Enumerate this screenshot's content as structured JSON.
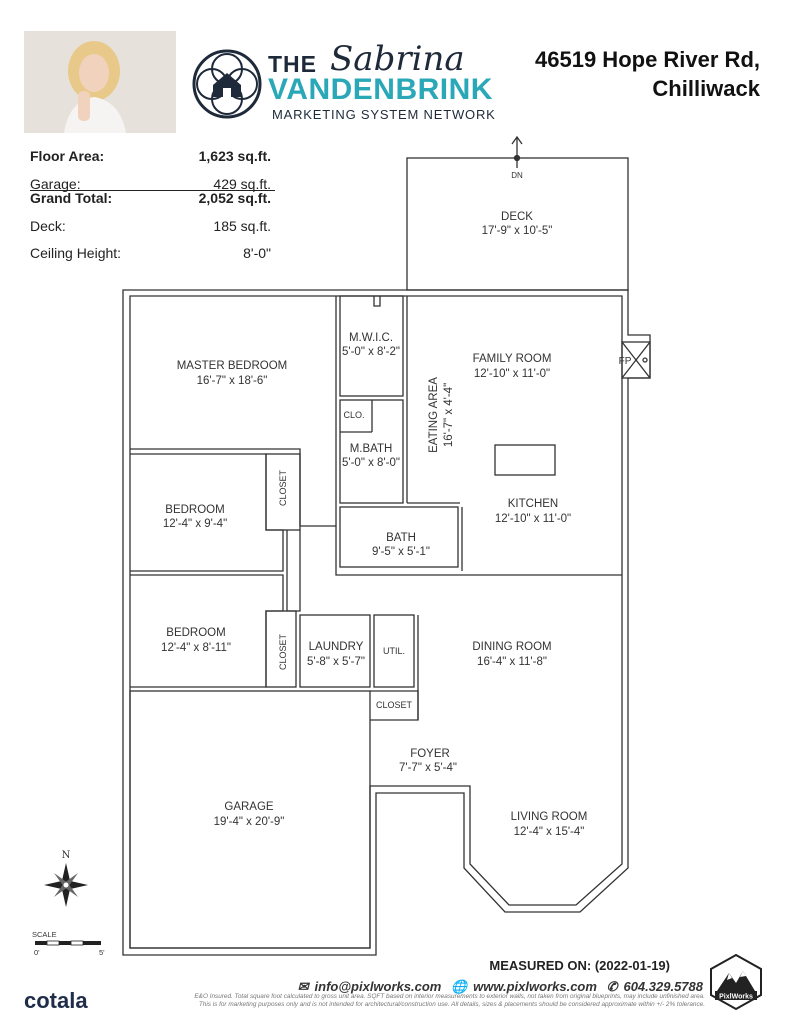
{
  "header": {
    "address_line1": "46519 Hope River Rd,",
    "address_line2": "Chilliwack"
  },
  "logo": {
    "the": "THE",
    "script": "Sabrina",
    "surname": "VANDENBRINK",
    "tagline": "MARKETING SYSTEM NETWORK"
  },
  "stats": {
    "floor_area_label": "Floor Area:",
    "floor_area_value": "1,623 sq.ft.",
    "garage_label": "Garage:",
    "garage_value": "429 sq.ft.",
    "grand_total_label": "Grand Total:",
    "grand_total_value": "2,052 sq.ft.",
    "deck_label": "Deck:",
    "deck_value": "185 sq.ft.",
    "ceiling_label": "Ceiling Height:",
    "ceiling_value": "8'-0\""
  },
  "rooms": {
    "deck": {
      "name": "DECK",
      "dim": "17'-9\" x 10'-5\""
    },
    "dn": "DN",
    "master_bedroom": {
      "name": "MASTER BEDROOM",
      "dim": "16'-7\" x 18'-6\""
    },
    "mwic": {
      "name": "M.W.I.C.",
      "dim": "5'-0\" x 8'-2\""
    },
    "clo": "CLO.",
    "mbath": {
      "name": "M.BATH",
      "dim": "5'-0\" x 8'-0\""
    },
    "family_room": {
      "name": "FAMILY ROOM",
      "dim": "12'-10\" x 11'-0\""
    },
    "fp": "FP",
    "eating_area": {
      "name": "EATING AREA",
      "dim": "16'-7\" x 4'-4\""
    },
    "bedroom1": {
      "name": "BEDROOM",
      "dim": "12'-4\" x 9'-4\""
    },
    "closet1": "CLOSET",
    "kitchen": {
      "name": "KITCHEN",
      "dim": "12'-10\" x 11'-0\""
    },
    "bath": {
      "name": "BATH",
      "dim": "9'-5\" x 5'-1\""
    },
    "bedroom2": {
      "name": "BEDROOM",
      "dim": "12'-4\" x 8'-11\""
    },
    "closet2": "CLOSET",
    "laundry": {
      "name": "LAUNDRY",
      "dim": "5'-8\" x 5'-7\""
    },
    "util": "UTIL.",
    "dining_room": {
      "name": "DINING ROOM",
      "dim": "16'-4\" x 11'-8\""
    },
    "closet3": "CLOSET",
    "foyer": {
      "name": "FOYER",
      "dim": "7'-7\" x 5'-4\""
    },
    "garage": {
      "name": "GARAGE",
      "dim": "19'-4\" x 20'-9\""
    },
    "living_room": {
      "name": "LIVING ROOM",
      "dim": "12'-4\" x 15'-4\""
    }
  },
  "compass": {
    "north": "N"
  },
  "scale": {
    "label": "SCALE",
    "start": "0'",
    "end": "5'"
  },
  "footer": {
    "measured": "MEASURED ON: (2022-01-19)",
    "email": "info@pixlworks.com",
    "web": "www.pixlworks.com",
    "phone": "604.329.5788",
    "disclaimer_1": "E&O Insured. Total square foot calculated to gross unit area. SQFT based on interior measurements to exterior walls, not taken from original blueprints, may include unfinished area.",
    "disclaimer_2": "This is for marketing purposes only and is not intended for architectural/construction use. All details, sizes & placements should be considered approximate within +/- 2% tolerance.",
    "brand": "cotala",
    "badge_text": "PixlWorks"
  }
}
